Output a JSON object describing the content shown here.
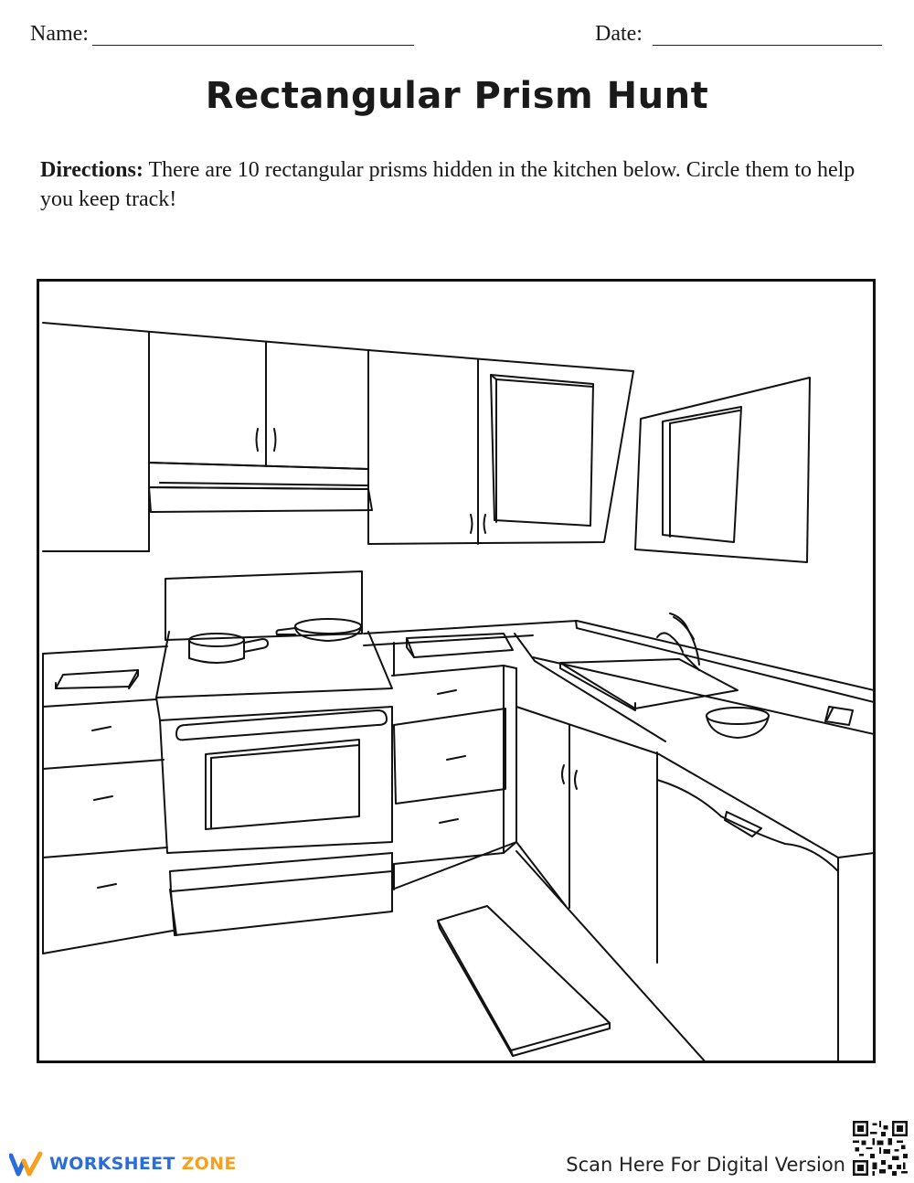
{
  "header": {
    "name_label": "Name:",
    "date_label": "Date:"
  },
  "title": "Rectangular Prism Hunt",
  "directions": {
    "label": "Directions:",
    "text": "There are 10 rectangular prisms hidden in the kitchen below. Circle them to help you keep track!"
  },
  "footer": {
    "brand_part1": "WORKSHEET",
    "brand_part2": "ZONE",
    "scan_text": "Scan Here For Digital Version",
    "logo_icon": "worksheetzone-logo-icon",
    "qr_icon": "qr-code-icon"
  },
  "colors": {
    "brand_blue": "#2a6dd9",
    "brand_orange": "#f4a123",
    "line": "#111111"
  }
}
